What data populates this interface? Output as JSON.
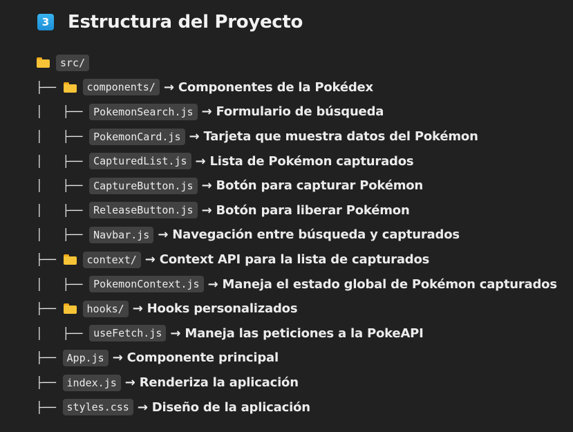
{
  "section": {
    "number_badge": "3",
    "badge_color": "#2ea3ea",
    "title": "Estructura del Proyecto"
  },
  "tree": {
    "root": {
      "name": "src/",
      "icon": "folder-icon"
    },
    "rows": [
      {
        "prefix": "├── ",
        "folder": true,
        "name": "components/",
        "desc": "→ Componentes de la Pokédex"
      },
      {
        "prefix": "│   ├── ",
        "folder": false,
        "name": "PokemonSearch.js",
        "desc": "→ Formulario de búsqueda"
      },
      {
        "prefix": "│   ├── ",
        "folder": false,
        "name": "PokemonCard.js",
        "desc": "→ Tarjeta que muestra datos del Pokémon"
      },
      {
        "prefix": "│   ├── ",
        "folder": false,
        "name": "CapturedList.js",
        "desc": "→ Lista de Pokémon capturados"
      },
      {
        "prefix": "│   ├── ",
        "folder": false,
        "name": "CaptureButton.js",
        "desc": "→ Botón para capturar Pokémon"
      },
      {
        "prefix": "│   ├── ",
        "folder": false,
        "name": "ReleaseButton.js",
        "desc": "→ Botón para liberar Pokémon"
      },
      {
        "prefix": "│   ├── ",
        "folder": false,
        "name": "Navbar.js",
        "desc": "→ Navegación entre búsqueda y capturados"
      },
      {
        "prefix": "├── ",
        "folder": true,
        "name": "context/",
        "desc": "→ Context API para la lista de capturados"
      },
      {
        "prefix": "│   ├── ",
        "folder": false,
        "name": "PokemonContext.js",
        "desc": "→ Maneja el estado global de Pokémon capturados"
      },
      {
        "prefix": "├── ",
        "folder": true,
        "name": "hooks/",
        "desc": "→ Hooks personalizados"
      },
      {
        "prefix": "│   ├── ",
        "folder": false,
        "name": "useFetch.js",
        "desc": "→ Maneja las peticiones a la PokeAPI"
      },
      {
        "prefix": "├── ",
        "folder": false,
        "name": "App.js",
        "desc": "→ Componente principal"
      },
      {
        "prefix": "├── ",
        "folder": false,
        "name": "index.js",
        "desc": "→ Renderiza la aplicación"
      },
      {
        "prefix": "├── ",
        "folder": false,
        "name": "styles.css",
        "desc": "→ Diseño de la aplicación"
      }
    ]
  }
}
